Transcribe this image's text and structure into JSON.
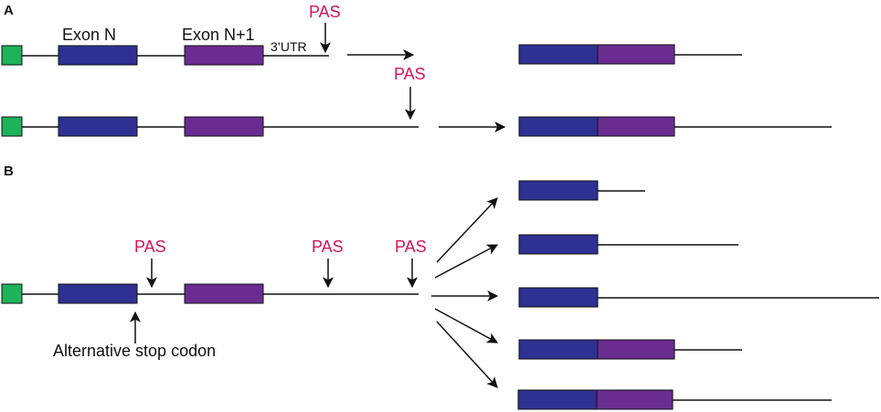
{
  "colors": {
    "promoter": "#1db35b",
    "exon_n": "#2e3191",
    "exon_n1": "#6a2c91",
    "pas": "#d4145a",
    "line": "#111111"
  },
  "panels": {
    "a": "A",
    "b": "B"
  },
  "labels": {
    "exon_n": "Exon N",
    "exon_n1": "Exon N+1",
    "utr": "3’UTR",
    "pas": "PAS",
    "alt_stop": "Alternative stop codon"
  }
}
